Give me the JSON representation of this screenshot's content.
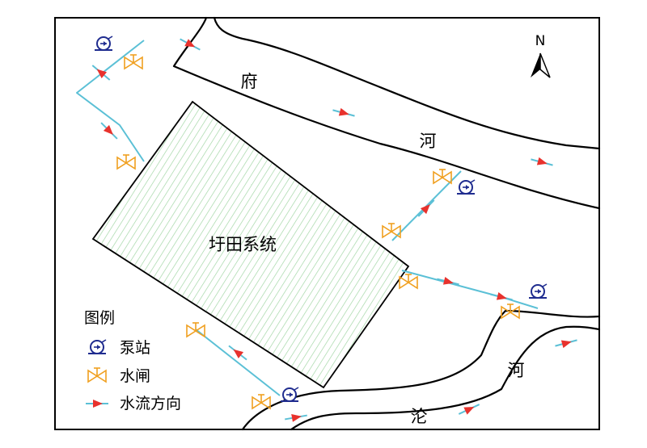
{
  "labels": {
    "north": "N",
    "river_fu_1": "府",
    "river_fu_2": "河",
    "river_lun_1": "河",
    "river_lun_2": "沦",
    "polder": "圩田系统"
  },
  "legend": {
    "title": "图例",
    "pump_station": "泵站",
    "sluice_gate": "水闸",
    "flow_direction": "水流方向"
  },
  "colors": {
    "pump": "#1f2c8f",
    "gate": "#f0a020",
    "arrow": "#e8322d",
    "canal": "#5bc0d6",
    "hatch": "#9dd4a0"
  },
  "icons": [
    "pump-station-icon",
    "sluice-gate-icon",
    "flow-arrow-icon",
    "north-arrow-icon"
  ]
}
